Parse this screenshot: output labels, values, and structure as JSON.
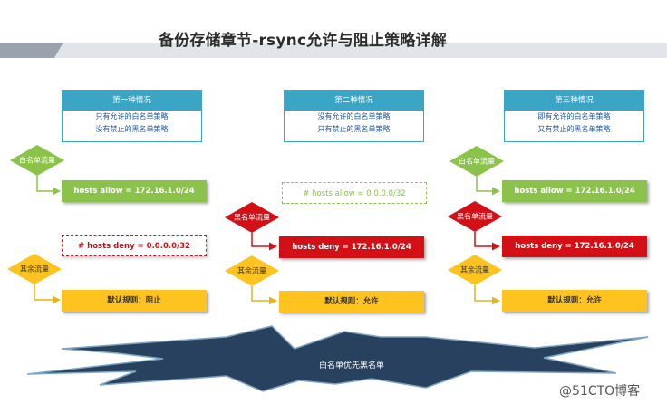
{
  "title": "备份存储章节-rsync允许与阻止策略详解",
  "cases": [
    {
      "head": "第一种情况",
      "lines": [
        "只有允许的白名单策略",
        "没有禁止的黑名单策略"
      ]
    },
    {
      "head": "第二种情况",
      "lines": [
        "没有允许的白名单策略",
        "只有禁止的黑名单策略"
      ]
    },
    {
      "head": "第三种情况",
      "lines": [
        "即有允许的白名单策略",
        "又有禁止的黑名单策略"
      ]
    }
  ],
  "labels": {
    "whitelist": "白名单流量",
    "blacklist": "黑名单流量",
    "other": "其余流量"
  },
  "rules": {
    "allow": "hosts allow = 172.16.1.0/24",
    "allow_commented": "# hosts allow = 0.0.0.0/32",
    "deny": "hosts deny = 172.16.1.0/24",
    "deny_commented": "# hosts deny = 0.0.0.0/32",
    "default_block": "默认规则：阻止",
    "default_allow": "默认规则：允许"
  },
  "star": "白名单优先黑名单",
  "watermark": "@51CTO博客",
  "colors": {
    "teal": "#3aa5c4",
    "green": "#8bc34a",
    "red": "#d21016",
    "yellow": "#ffc31f",
    "navy": "#28415e"
  }
}
